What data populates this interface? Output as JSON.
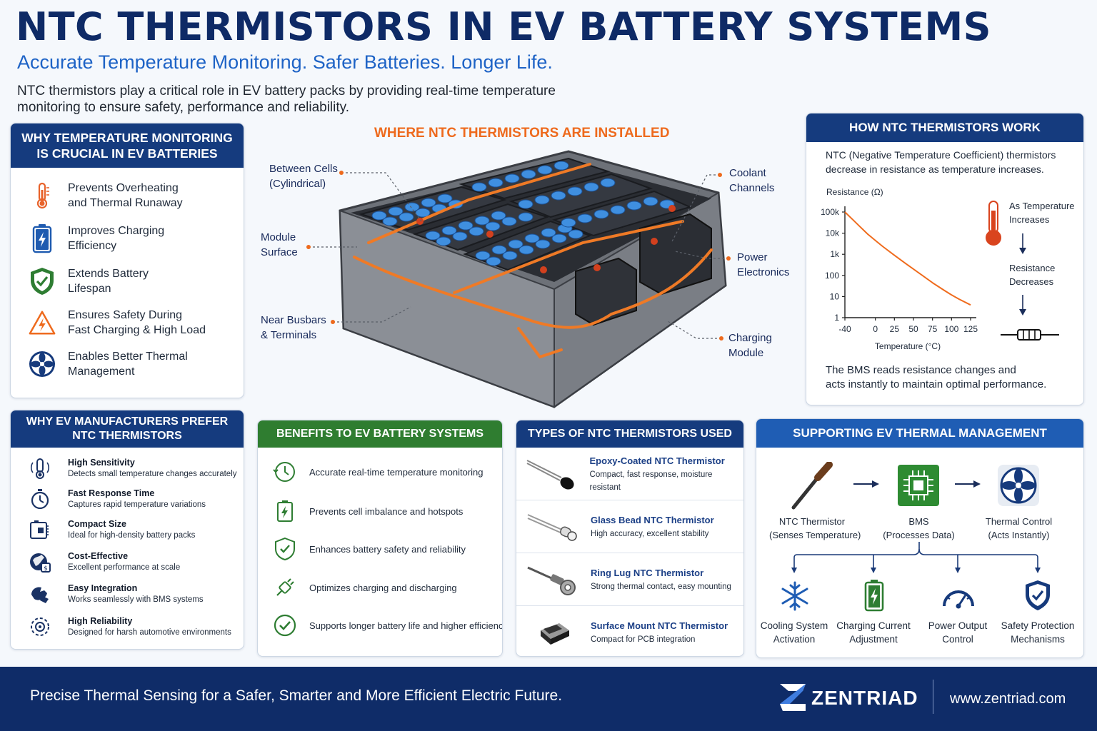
{
  "title": "NTC THERMISTORS IN EV BATTERY SYSTEMS",
  "subtitle": "Accurate Temperature Monitoring. Safer Batteries. Longer Life.",
  "intro_line1": "NTC thermistors play a critical role in EV battery packs by providing real-time temperature",
  "intro_line2": "monitoring to ensure safety, performance and reliability.",
  "why": {
    "heading_line1": "WHY TEMPERATURE MONITORING",
    "heading_line2": "IS CRUCIAL IN EV BATTERIES",
    "items": [
      {
        "icon": "thermometer-icon",
        "line1": "Prevents Overheating",
        "line2": "and Thermal Runaway"
      },
      {
        "icon": "battery-charging-icon",
        "line1": "Improves Charging",
        "line2": "Efficiency"
      },
      {
        "icon": "shield-check-icon",
        "line1": "Extends Battery",
        "line2": "Lifespan"
      },
      {
        "icon": "warning-bolt-icon",
        "line1": "Ensures Safety During",
        "line2": "Fast Charging & High Load"
      },
      {
        "icon": "fan-icon",
        "line1": "Enables Better Thermal",
        "line2": "Management"
      }
    ]
  },
  "installed": {
    "title": "WHERE NTC THERMISTORS ARE INSTALLED",
    "callouts": [
      {
        "line1": "Between Cells",
        "line2": "(Cylindrical)"
      },
      {
        "line1": "Module",
        "line2": "Surface"
      },
      {
        "line1": "Near Busbars",
        "line2": "& Terminals"
      },
      {
        "line1": "Coolant",
        "line2": "Channels"
      },
      {
        "line1": "Power",
        "line2": "Electronics"
      },
      {
        "line1": "Charging",
        "line2": "Module"
      }
    ]
  },
  "how": {
    "heading": "HOW NTC THERMISTORS WORK",
    "desc_line1": "NTC (Negative Temperature Coefficient) thermistors",
    "desc_line2": "decrease in resistance as temperature increases.",
    "as_temp_line1": "As Temperature",
    "as_temp_line2": "Increases",
    "res_dec_line1": "Resistance",
    "res_dec_line2": "Decreases",
    "bms_line1": "The BMS reads resistance changes and",
    "bms_line2": "acts instantly to maintain optimal performance."
  },
  "chart_data": {
    "type": "line",
    "ylabel": "Resistance (Ω)",
    "xlabel": "Temperature (°C)",
    "x_ticks": [
      "-40",
      "0",
      "25",
      "50",
      "75",
      "100",
      "125"
    ],
    "y_ticks": [
      "100k",
      "10k",
      "1k",
      "100",
      "10",
      "1"
    ],
    "y_scale": "log",
    "xlim": [
      -40,
      125
    ],
    "ylim": [
      1,
      100000
    ],
    "color": "#ef6c1e",
    "series": [
      {
        "x": [
          -40,
          -30,
          -20,
          -10,
          0,
          10,
          25,
          40,
          50,
          60,
          75,
          90,
          100,
          110,
          125
        ],
        "values": [
          100000,
          45000,
          20000,
          9000,
          4500,
          2300,
          900,
          360,
          200,
          110,
          45,
          20,
          12,
          7.5,
          4
        ]
      }
    ]
  },
  "prefer": {
    "heading_line1": "WHY EV MANUFACTURERS PREFER",
    "heading_line2": "NTC THERMISTORS",
    "items": [
      {
        "icon": "sensitivity-icon",
        "title": "High Sensitivity",
        "desc": "Detects small temperature changes accurately"
      },
      {
        "icon": "stopwatch-icon",
        "title": "Fast Response Time",
        "desc": "Captures rapid temperature variations"
      },
      {
        "icon": "compact-size-icon",
        "title": "Compact Size",
        "desc": "Ideal for high-density battery packs"
      },
      {
        "icon": "cost-effective-icon",
        "title": "Cost-Effective",
        "desc": "Excellent performance at scale"
      },
      {
        "icon": "integration-icon",
        "title": "Easy Integration",
        "desc": "Works seamlessly with BMS systems"
      },
      {
        "icon": "reliability-icon",
        "title": "High Reliability",
        "desc": "Designed for harsh automotive environments"
      }
    ]
  },
  "benefits": {
    "heading": "BENEFITS TO EV BATTERY SYSTEMS",
    "items": [
      {
        "icon": "realtime-monitor-icon",
        "text": "Accurate real-time temperature monitoring"
      },
      {
        "icon": "battery-balance-icon",
        "text": "Prevents cell imbalance and hotspots"
      },
      {
        "icon": "safety-shield-icon",
        "text": "Enhances battery safety and reliability"
      },
      {
        "icon": "plug-charge-icon",
        "text": "Optimizes charging and discharging"
      },
      {
        "icon": "check-circle-icon",
        "text": "Supports longer battery life and higher efficiency"
      }
    ]
  },
  "types": {
    "heading": "TYPES OF NTC THERMISTORS USED",
    "items": [
      {
        "icon": "epoxy-thermistor-icon",
        "title": "Epoxy-Coated NTC Thermistor",
        "desc": "Compact, fast response, moisture resistant"
      },
      {
        "icon": "glass-bead-thermistor-icon",
        "title": "Glass Bead NTC Thermistor",
        "desc": "High accuracy, excellent stability"
      },
      {
        "icon": "ring-lug-thermistor-icon",
        "title": "Ring Lug NTC Thermistor",
        "desc": "Strong thermal contact, easy mounting"
      },
      {
        "icon": "smd-thermistor-icon",
        "title": "Surface Mount NTC Thermistor",
        "desc": "Compact for PCB integration"
      }
    ]
  },
  "thermal": {
    "heading": "SUPPORTING EV THERMAL MANAGEMENT",
    "flow": [
      {
        "icon": "probe-icon",
        "line1": "NTC Thermistor",
        "line2": "(Senses Temperature)"
      },
      {
        "icon": "chip-icon",
        "line1": "BMS",
        "line2": "(Processes Data)"
      },
      {
        "icon": "fan-icon",
        "line1": "Thermal Control",
        "line2": "(Acts Instantly)"
      }
    ],
    "actions": [
      {
        "icon": "snowflake-icon",
        "line1": "Cooling System",
        "line2": "Activation"
      },
      {
        "icon": "battery-charging-icon",
        "line1": "Charging Current",
        "line2": "Adjustment"
      },
      {
        "icon": "gauge-icon",
        "line1": "Power Output",
        "line2": "Control"
      },
      {
        "icon": "shield-check-icon",
        "line1": "Safety Protection",
        "line2": "Mechanisms"
      }
    ]
  },
  "footer": {
    "tagline": "Precise Thermal Sensing for a Safer, Smarter and More Efficient Electric Future.",
    "brand": "ZENTRIAD",
    "url": "www.zentriad.com"
  }
}
